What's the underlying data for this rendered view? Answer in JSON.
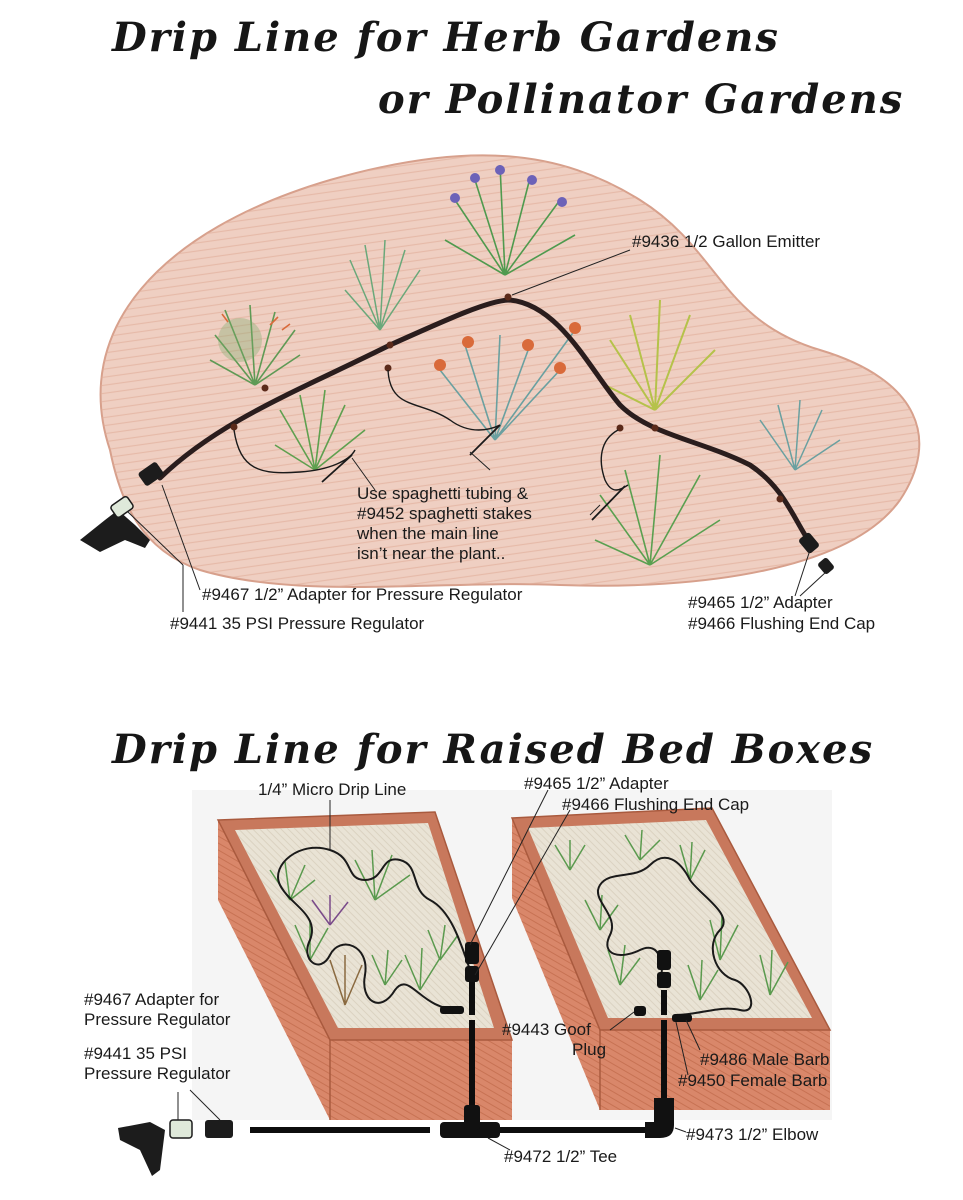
{
  "titles": {
    "herb_line1": "Drip Line for Herb Gardens",
    "herb_line2": "or Pollinator Gardens",
    "raised": "Drip Line for Raised Bed Boxes"
  },
  "herb_labels": {
    "emitter": "#9436 1/2 Gallon Emitter",
    "spaghetti": [
      "Use spaghetti tubing &",
      "#9452 spaghetti stakes",
      "when the main line",
      "isn’t near the plant.."
    ],
    "adapter_regulator": "#9467 1/2” Adapter for Pressure Regulator",
    "pressure_regulator": "#9441 35 PSI Pressure Regulator",
    "adapter": "#9465 1/2” Adapter",
    "end_cap": "#9466 Flushing End Cap"
  },
  "raised_labels": {
    "micro_drip": "1/4”  Micro Drip Line",
    "adapter": "#9465 1/2” Adapter",
    "end_cap": "#9466 Flushing End Cap",
    "adapter_regulator": [
      "#9467 Adapter for",
      "Pressure Regulator"
    ],
    "pressure_regulator": [
      "#9441 35 PSI",
      "Pressure Regulator"
    ],
    "goof_plug": [
      "#9443 Goof",
      "Plug"
    ],
    "male_barb": "#9486 Male Barb",
    "female_barb": "#9450 Female Barb",
    "elbow": "#9473 1/2” Elbow",
    "tee": "#9472 1/2” Tee"
  },
  "colors": {
    "ground": "#efcfc2",
    "ground_edge": "#d7a08c",
    "pipe": "#2a1d1d",
    "box_wood": "#d9876a",
    "box_dark": "#a95a3e",
    "soil": "#e9e3d5",
    "plant_green": "#5a9a4e",
    "plant_yellow": "#b5c24a",
    "plant_blue": "#6aa0a0",
    "flower_purple": "#6c62b8",
    "flower_orange": "#d96a3a"
  }
}
